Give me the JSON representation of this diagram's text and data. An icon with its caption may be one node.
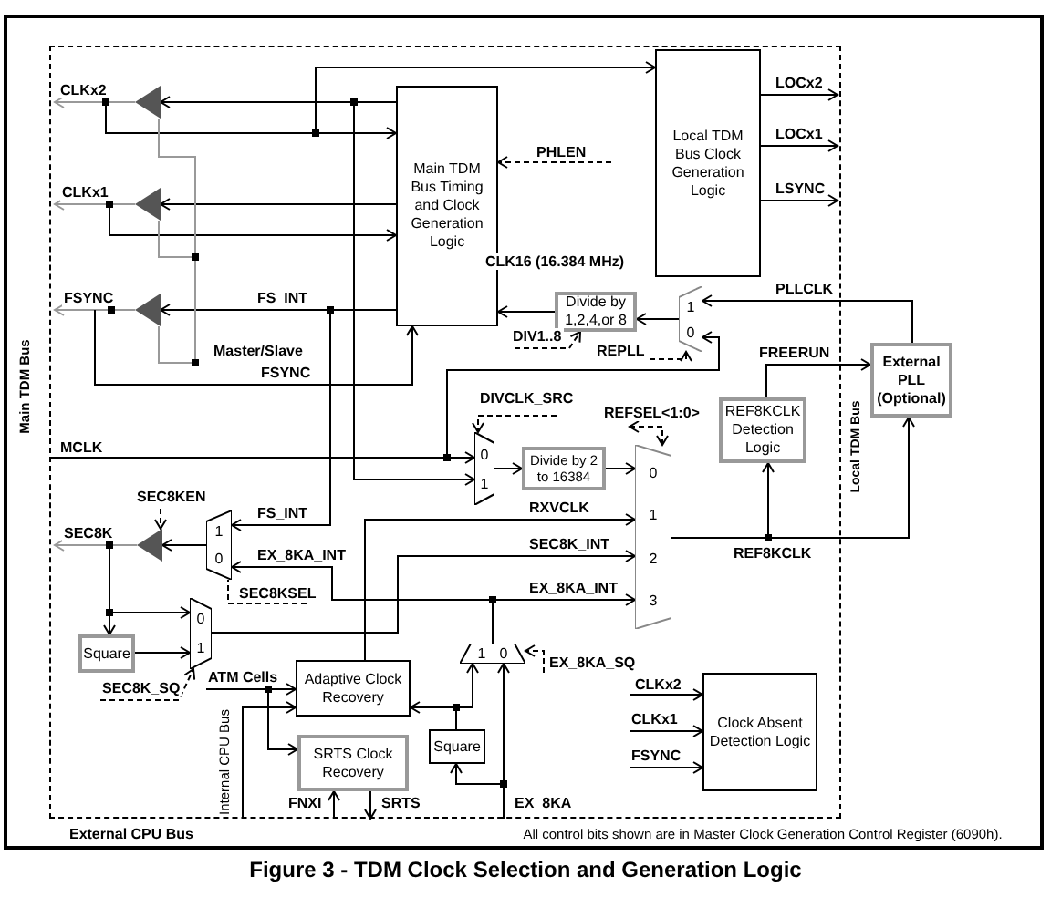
{
  "diagram": {
    "caption": "Figure 3 - TDM Clock Selection and Generation Logic",
    "nodes": [
      {
        "text": [
          "Main TDM Bus Timing and Clock Generation Logic"
        ]
      },
      {
        "text": [
          "Local TDM Bus Clock Generation Logic"
        ]
      },
      {
        "text": [
          "Divide by 1,2,4,or 8"
        ]
      },
      {
        "text": [
          "External PLL (Optional)"
        ]
      },
      {
        "text": [
          "REF8KCLK Detection Logic"
        ]
      },
      {
        "text": [
          "Divide by 2 to 16384"
        ]
      },
      {
        "text": [
          "Square"
        ]
      },
      {
        "text": [
          "Adaptive Clock Recovery"
        ]
      },
      {
        "text": [
          "SRTS Clock Recovery"
        ]
      },
      {
        "text": [
          "Square"
        ]
      },
      {
        "text": [
          "Clock Absent Detection Logic"
        ]
      },
      {
        "text": [],
        "shape": "triangle"
      },
      {
        "text": [],
        "shape": "triangle"
      },
      {
        "text": [],
        "shape": "triangle"
      },
      {
        "text": [
          "1",
          "0"
        ]
      },
      {
        "text": [
          "0",
          "1"
        ]
      },
      {
        "text": [
          "0",
          "1",
          "2",
          "3"
        ]
      },
      {
        "text": [],
        "shape": "triangle"
      },
      {
        "text": [
          "1",
          "0"
        ]
      },
      {
        "text": [
          "0",
          "1"
        ]
      },
      {
        "text": [
          "1",
          "0"
        ]
      }
    ],
    "edges": [
      {
        "from": 11,
        "to": null,
        "arrow": "to",
        "label": "CLKx2",
        "color": "#999999"
      },
      {
        "from": 0,
        "to": 11,
        "arrow": "to"
      },
      {
        "from": null,
        "to": 0,
        "arrow": "to"
      },
      {
        "from": null,
        "to": 1,
        "arrow": "to"
      },
      {
        "from": 12,
        "to": null,
        "arrow": "to",
        "label": "CLKx1",
        "color": "#999999"
      },
      {
        "from": 0,
        "to": 12,
        "arrow": "to"
      },
      {
        "from": null,
        "to": 0,
        "arrow": "to"
      },
      {
        "from": 13,
        "to": null,
        "arrow": "to",
        "label": "FSYNC",
        "color": "#999999"
      },
      {
        "from": 0,
        "to": 13,
        "arrow": "to",
        "label": "FS_INT"
      },
      {
        "from": null,
        "to": 0,
        "arrow": "to",
        "label": "FSYNC"
      },
      {
        "from": null,
        "to": 11,
        "arrow": "none",
        "color": "#999999"
      },
      {
        "from": null,
        "to": 12,
        "arrow": "none",
        "color": "#999999"
      },
      {
        "from": null,
        "to": 13,
        "arrow": "none",
        "label": "Master/Slave",
        "color": "#999999"
      },
      {
        "from": 0,
        "to": 15,
        "arrow": "to"
      },
      {
        "from": 1,
        "to": null,
        "arrow": "to",
        "label": "LOCx2"
      },
      {
        "from": 1,
        "to": null,
        "arrow": "to",
        "label": "LOCx1"
      },
      {
        "from": 1,
        "to": null,
        "arrow": "to",
        "label": "LSYNC"
      },
      {
        "from": null,
        "to": 0,
        "arrow": "to",
        "label": "PHLEN",
        "style": "dashed"
      },
      {
        "from": 2,
        "to": 0,
        "arrow": "to",
        "label": "CLK16 (16.384 MHz)"
      },
      {
        "from": null,
        "to": 2,
        "arrow": "to",
        "label": "DIV1..8",
        "style": "dashed"
      },
      {
        "from": 14,
        "to": 2,
        "arrow": "to"
      },
      {
        "from": 3,
        "to": 14,
        "arrow": "to",
        "label": "PLLCLK"
      },
      {
        "from": null,
        "to": 14,
        "arrow": "to"
      },
      {
        "from": null,
        "to": 14,
        "arrow": "to",
        "label": "REPLL",
        "style": "dashed"
      },
      {
        "from": 4,
        "to": 3,
        "arrow": "to",
        "label": "FREERUN"
      },
      {
        "from": 16,
        "to": 3,
        "arrow": "to",
        "label": "REF8KCLK"
      },
      {
        "from": 16,
        "to": 4,
        "arrow": "to"
      },
      {
        "from": null,
        "to": 15,
        "arrow": "to",
        "label": "MCLK"
      },
      {
        "from": null,
        "to": 15,
        "arrow": "to",
        "label": "DIVCLK_SRC",
        "style": "dashed"
      },
      {
        "from": 15,
        "to": 5,
        "arrow": "to"
      },
      {
        "from": 5,
        "to": 16,
        "arrow": "to"
      },
      {
        "from": null,
        "to": 16,
        "arrow": "both",
        "label": "REFSEL<1:0>",
        "style": "dashed"
      },
      {
        "from": 7,
        "to": 16,
        "arrow": "to",
        "label": "RXVCLK"
      },
      {
        "from": 19,
        "to": 16,
        "arrow": "to",
        "label": "SEC8K_INT"
      },
      {
        "from": 20,
        "to": 16,
        "arrow": "to",
        "label": "EX_8KA_INT"
      },
      {
        "from": 20,
        "to": 18,
        "arrow": "to",
        "label": "EX_8KA_INT"
      },
      {
        "from": 0,
        "to": 18,
        "arrow": "to",
        "label": "FS_INT"
      },
      {
        "from": null,
        "to": 18,
        "arrow": "none",
        "label": "SEC8KSEL",
        "style": "dashed"
      },
      {
        "from": 18,
        "to": 17,
        "arrow": "to"
      },
      {
        "from": 17,
        "to": null,
        "arrow": "to",
        "label": "SEC8K",
        "color": "#999999"
      },
      {
        "from": null,
        "to": 17,
        "arrow": "to",
        "label": "SEC8KEN",
        "style": "dashed"
      },
      {
        "from": null,
        "to": 19,
        "arrow": "to"
      },
      {
        "from": null,
        "to": 6,
        "arrow": "to"
      },
      {
        "from": 6,
        "to": 19,
        "arrow": "to"
      },
      {
        "from": null,
        "to": 19,
        "arrow": "to",
        "label": "SEC8K_SQ",
        "style": "dashed"
      },
      {
        "from": null,
        "to": 7,
        "arrow": "to",
        "label": "ATM Cells"
      },
      {
        "from": null,
        "to": 8,
        "arrow": "to"
      },
      {
        "from": null,
        "to": 7,
        "arrow": "to",
        "label": "Internal CPU Bus"
      },
      {
        "from": null,
        "to": 8,
        "arrow": "to",
        "label": "FNXI"
      },
      {
        "from": 8,
        "to": null,
        "arrow": "to",
        "label": "SRTS"
      },
      {
        "from": null,
        "to": 20,
        "arrow": "to",
        "label": "EX_8KA"
      },
      {
        "from": null,
        "to": 9,
        "arrow": "to"
      },
      {
        "from": 9,
        "to": 7,
        "arrow": "to"
      },
      {
        "from": 9,
        "to": 20,
        "arrow": "to"
      },
      {
        "from": null,
        "to": 20,
        "arrow": "to",
        "label": "EX_8KA_SQ",
        "style": "dashed"
      },
      {
        "from": null,
        "to": 10,
        "arrow": "to",
        "label": "CLKx2"
      },
      {
        "from": null,
        "to": 10,
        "arrow": "to",
        "label": "CLKx1"
      },
      {
        "from": null,
        "to": 10,
        "arrow": "to",
        "label": "FSYNC"
      }
    ],
    "labels": [
      "Main TDM Bus",
      "Local TDM Bus",
      "External CPU Bus",
      "All control bits shown are in Master Clock Generation Control Register (6090h)."
    ]
  }
}
